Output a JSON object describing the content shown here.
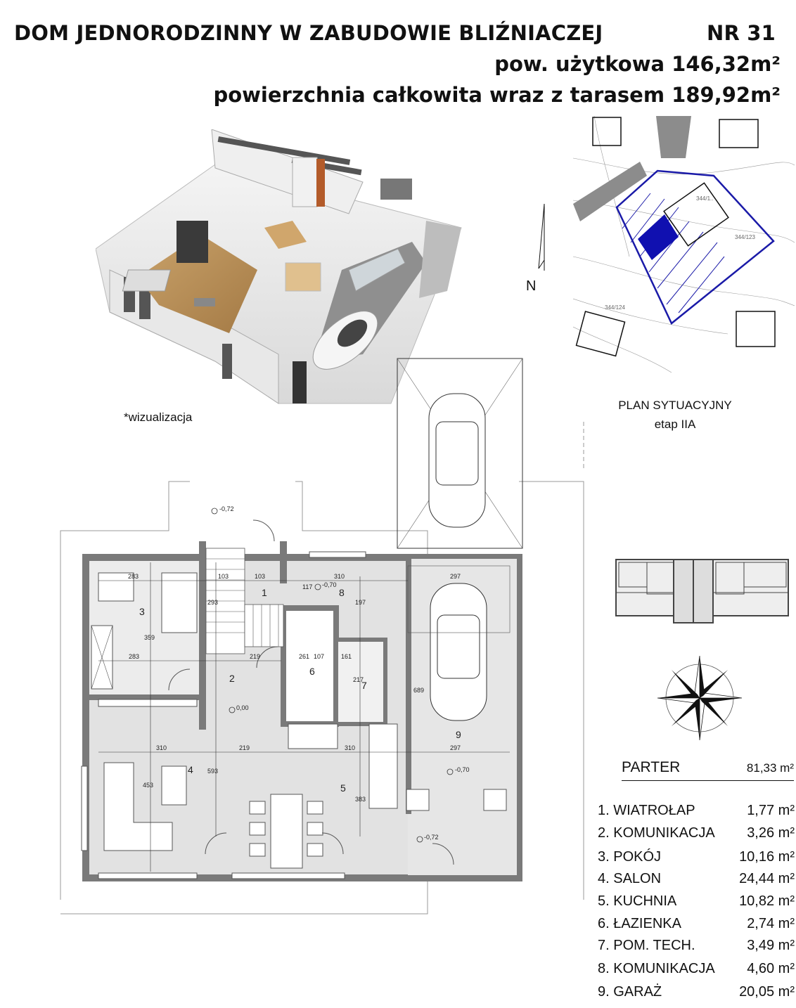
{
  "header": {
    "title": "DOM JEDNORODZINNY W ZABUDOWIE BLIŹNIACZEJ",
    "number": "NR 31",
    "usable_area": "pow. użytkowa  146,32m²",
    "total_area": "powierzchnia całkowita wraz z tarasem 189,92m²"
  },
  "visualization": {
    "caption": "*wizualizacja"
  },
  "site_plan": {
    "north_label": "N",
    "title": "PLAN SYTUACYJNY",
    "subtitle": "etap IIA",
    "parcel_labels": [
      "344/1..",
      "344/123",
      "344/124"
    ]
  },
  "floor_plan": {
    "levels": [
      "-0,72",
      "-0,70",
      "0,00",
      "-0,70",
      "-0,72"
    ],
    "dimensions": [
      "283",
      "103",
      "103",
      "117",
      "310",
      "297",
      "293",
      "197",
      "359",
      "283",
      "219",
      "261",
      "107",
      "161",
      "217",
      "689",
      "310",
      "219",
      "310",
      "297",
      "593",
      "453",
      "383"
    ],
    "room_numbers": [
      "1",
      "2",
      "3",
      "4",
      "5",
      "6",
      "7",
      "8",
      "9"
    ]
  },
  "areas": {
    "floor_label": "PARTER",
    "floor_total": "81,33 m²",
    "rooms": [
      {
        "name": "1. WIATROŁAP",
        "area": "1,77 m²"
      },
      {
        "name": "2. KOMUNIKACJA",
        "area": "3,26 m²"
      },
      {
        "name": "3. POKÓJ",
        "area": "10,16 m²"
      },
      {
        "name": "4. SALON",
        "area": "24,44 m²"
      },
      {
        "name": "5. KUCHNIA",
        "area": "10,82 m²"
      },
      {
        "name": "6. ŁAZIENKA",
        "area": "2,74 m²"
      },
      {
        "name": "7. POM. TECH.",
        "area": "3,49 m²"
      },
      {
        "name": "8. KOMUNIKACJA",
        "area": "4,60 m²"
      },
      {
        "name": "9. GARAŻ",
        "area": "20,05 m²"
      }
    ]
  }
}
